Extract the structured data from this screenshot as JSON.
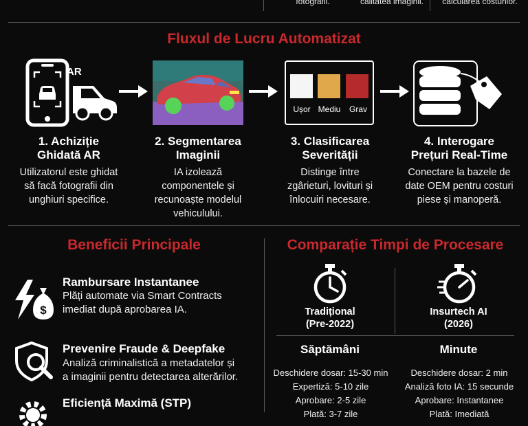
{
  "top": {
    "col1": "fotografii.",
    "col2": "calitatea imaginii.",
    "col3": "calcularea costurilor."
  },
  "workflow": {
    "title": "Fluxul de Lucru Automatizat",
    "ar_label": "AR",
    "severity_labels": [
      "Ușor",
      "Mediu",
      "Grav"
    ],
    "severity_colors": [
      "#f5f5f5",
      "#e0a84a",
      "#b52a2a"
    ],
    "steps": [
      {
        "title": "1. Achiziție Ghidată AR",
        "title_l1": "1. Achiziție",
        "title_l2": "Ghidată AR",
        "desc": [
          "Utilizatorul este ghidat",
          "să facă fotografii din",
          "unghiuri specifice."
        ]
      },
      {
        "title": "2. Segmentarea Imaginii",
        "title_l1": "2. Segmentarea",
        "title_l2": "Imaginii",
        "desc": [
          "IA izolează",
          "componentele și",
          "recunoaște modelul",
          "vehiculului."
        ]
      },
      {
        "title": "3. Clasificarea Severității",
        "title_l1": "3. Clasificarea",
        "title_l2": "Severității",
        "desc": [
          "Distinge între",
          "zgârieturi, lovituri și",
          "înlocuiri necesare."
        ]
      },
      {
        "title": "4. Interogare Prețuri Real-Time",
        "title_l1": "4. Interogare",
        "title_l2": "Prețuri Real-Time",
        "desc": [
          "Conectare la bazele de",
          "date OEM pentru costuri",
          "piese și manoperă."
        ]
      }
    ]
  },
  "benefits": {
    "title": "Beneficii Principale",
    "items": [
      {
        "title": "Rambursare Instantanee",
        "desc": [
          "Plăți automate via Smart Contracts",
          "imediat după aprobarea IA."
        ]
      },
      {
        "title": "Prevenire Fraude & Deepfake",
        "desc": [
          "Analiză criminalistică a metadatelor și",
          "a imaginii pentru detectarea alterărilor."
        ]
      },
      {
        "title": "Eficiență Maximă (STP)",
        "desc": []
      }
    ]
  },
  "comparison": {
    "title": "Comparație Timpi de Procesare",
    "columns": [
      {
        "head_l1": "Tradițional",
        "head_l2": "(Pre-2022)",
        "summary": "Săptămâni",
        "lines": [
          "Deschidere dosar: 15-30 min",
          "Expertiză: 5-10 zile",
          "Aprobare: 2-5 zile",
          "Plată: 3-7 zile"
        ]
      },
      {
        "head_l1": "Insurtech AI",
        "head_l2": "(2026)",
        "summary": "Minute",
        "lines": [
          "Deschidere dosar: 2 min",
          "Analiză foto IA: 15 secunde",
          "Aprobare: Instantanee",
          "Plată: Imediată"
        ]
      }
    ]
  },
  "colors": {
    "accent": "#c9282d",
    "background": "#0b0b0b"
  }
}
